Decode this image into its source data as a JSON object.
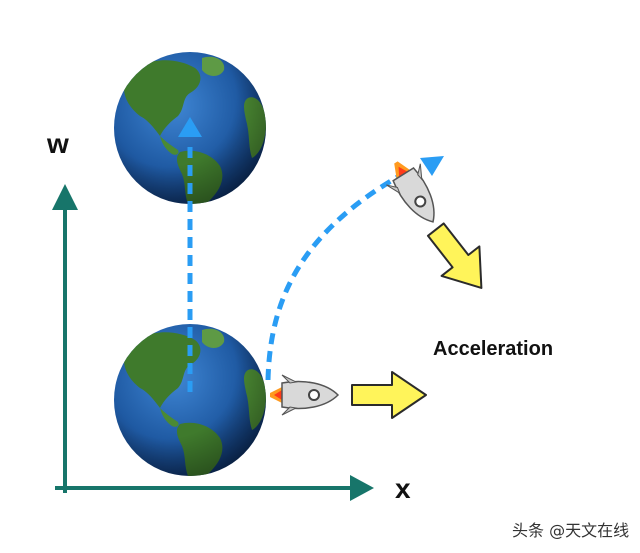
{
  "labels": {
    "w_axis": "w",
    "x_axis": "x",
    "acceleration": "Acceleration"
  },
  "watermark": "头条 @天文在线",
  "colors": {
    "axis": "#17756a",
    "dashed_path": "#2a9df4",
    "arrow_fill": "#fff45a",
    "arrow_stroke": "#2b2b2b",
    "ocean": "#1f5aa3",
    "land": "#3f7a2c"
  },
  "icons": {
    "earth": "earth-globe-icon",
    "rocket": "rocket-icon",
    "arrow": "block-arrow-icon"
  }
}
